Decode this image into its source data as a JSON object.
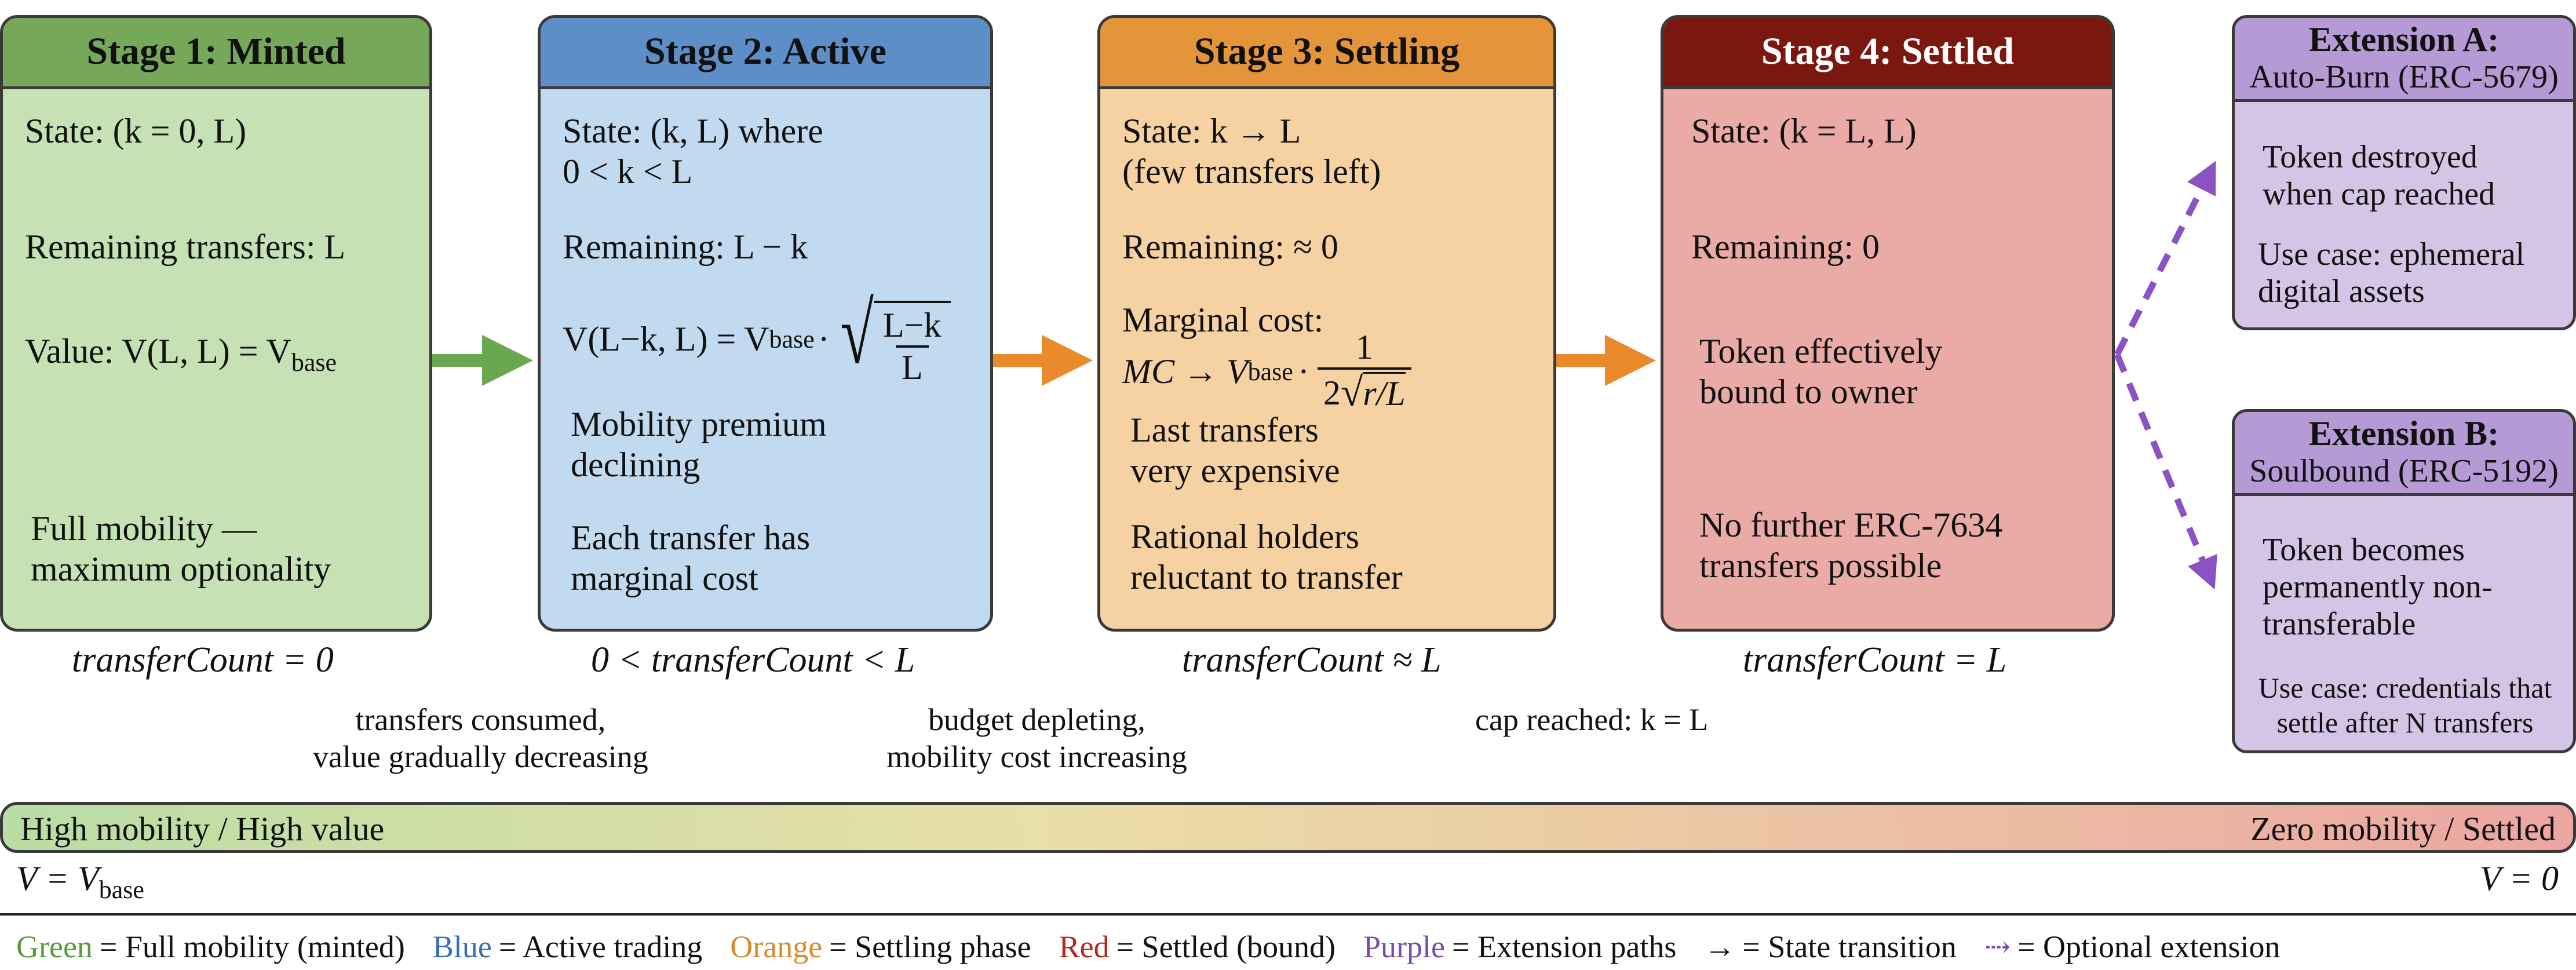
{
  "stages": [
    {
      "title": "Stage 1: Minted",
      "state": "State: (k = 0, L)",
      "remaining": "Remaining transfers: L",
      "value": "Value: V(L, L) = V",
      "value_sub": "base",
      "notes": [
        "Full mobility —",
        "maximum optionality"
      ],
      "counter": "transferCount = 0"
    },
    {
      "title": "Stage 2: Active",
      "state": [
        "State: (k, L) where",
        "0 < k < L"
      ],
      "remaining": "Remaining: L − k",
      "formula_left": "V(L−k, L) = V",
      "formula_sub": "base",
      "formula_num": "L−k",
      "formula_den": "L",
      "notes": [
        [
          "Mobility premium",
          "declining"
        ],
        [
          "Each transfer has",
          "marginal cost"
        ]
      ],
      "counter": "0 < transferCount < L"
    },
    {
      "title": "Stage 3: Settling",
      "state": [
        "State: k → L",
        "(few transfers left)"
      ],
      "remaining": "Remaining: ≈ 0",
      "mc_label": "Marginal cost:",
      "mc_left": "MC → V",
      "mc_sub": "base",
      "mc_num": "1",
      "mc_den_pre": "2",
      "mc_den_rad": "r/L",
      "notes": [
        [
          "Last transfers",
          "very expensive"
        ],
        [
          "Rational holders",
          "reluctant to transfer"
        ]
      ],
      "counter": "transferCount ≈ L"
    },
    {
      "title": "Stage 4: Settled",
      "state": "State: (k = L, L)",
      "remaining": "Remaining: 0",
      "notes": [
        [
          "Token effectively",
          "bound to owner"
        ],
        [
          "No further ERC-7634",
          "transfers possible"
        ]
      ],
      "counter": "transferCount = L"
    }
  ],
  "transitions": [
    [
      "transfers consumed,",
      "value gradually decreasing"
    ],
    [
      "budget depleting,",
      "mobility cost increasing"
    ],
    [
      "cap reached: k = L"
    ]
  ],
  "extensions": [
    {
      "title": "Extension A:",
      "subtitle": "Auto-Burn (ERC-5679)",
      "body": [
        "Token destroyed",
        "when cap reached"
      ],
      "usecase": [
        "Use case: ephemeral",
        "digital assets"
      ]
    },
    {
      "title": "Extension B:",
      "subtitle": "Soulbound (ERC-5192)",
      "body": [
        "Token becomes",
        "permanently non-",
        "transferable"
      ],
      "usecase": [
        "Use case: credentials that",
        "settle after N transfers"
      ]
    }
  ],
  "gradient": {
    "left": "High mobility / High value",
    "right": "Zero mobility / Settled",
    "v_left": "V = V",
    "v_left_sub": "base",
    "v_right": "V = 0"
  },
  "legend": [
    {
      "key": "Green",
      "text": "= Full mobility (minted)",
      "color": "#5a9a3c"
    },
    {
      "key": "Blue",
      "text": "= Active trading",
      "color": "#3a6fb5"
    },
    {
      "key": "Orange",
      "text": "= Settling phase",
      "color": "#d98a2a"
    },
    {
      "key": "Red",
      "text": "= Settled (bound)",
      "color": "#b02a20"
    },
    {
      "key": "Purple",
      "text": "= Extension paths",
      "color": "#7a4ca8"
    },
    {
      "key": "→",
      "text": "= State transition",
      "color": "#111111"
    },
    {
      "key": "⇢",
      "text": "= Optional extension",
      "color": "#7a4ca8"
    }
  ],
  "colors": {
    "green": "#76a85a",
    "blue": "#5d8ec8",
    "orange": "#e4953a",
    "red": "#7a1810",
    "purple": "#b69ad6",
    "arrow_green": "#6aa84f",
    "arrow_orange": "#ea8a2a",
    "arrow_purple": "#8a52c2"
  }
}
